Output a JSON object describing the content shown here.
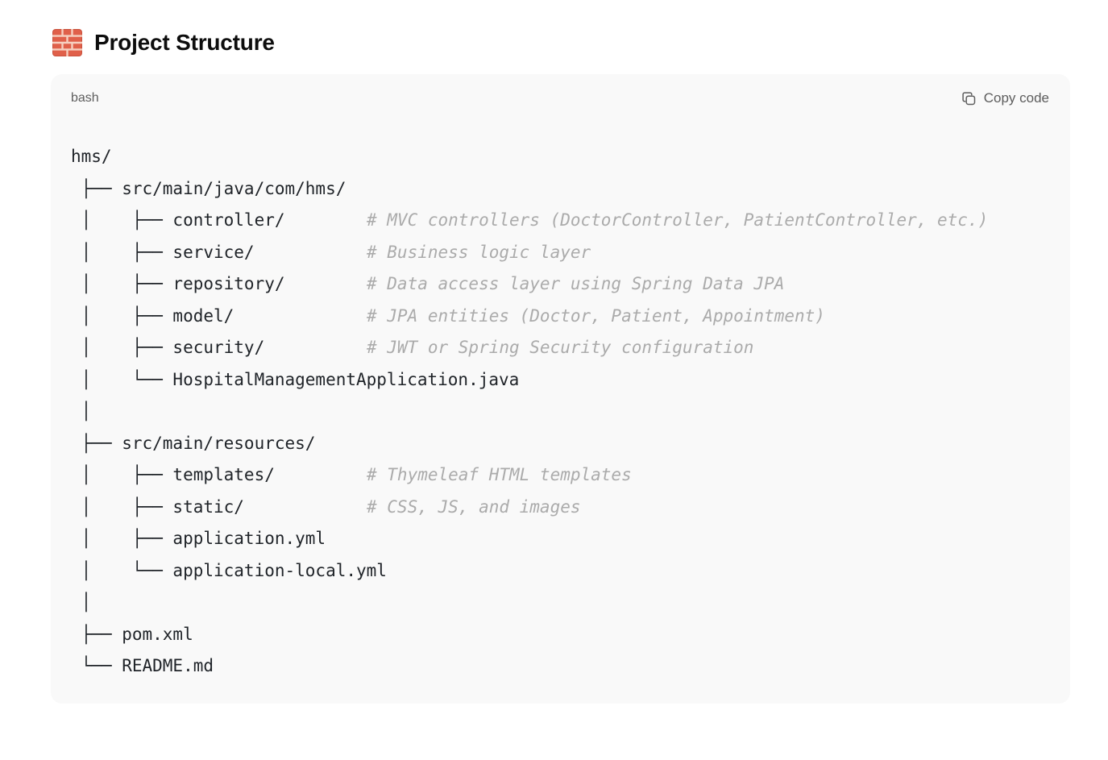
{
  "header": {
    "title": "Project Structure",
    "icon": "brick-wall-emoji"
  },
  "colors": {
    "code_block_bg": "#f9f9f9",
    "code_text": "#1f2328",
    "comment_text": "#ababab",
    "muted_text": "#5d5d5d",
    "brick_orange": "#e0604a"
  },
  "code_block": {
    "language": "bash",
    "copy_label": "Copy code",
    "lines": [
      {
        "code": "hms/",
        "comment": ""
      },
      {
        "code": " ├── src/main/java/com/hms/",
        "comment": ""
      },
      {
        "code": " │    ├── controller/",
        "comment": "# MVC controllers (DoctorController, PatientController, etc.)"
      },
      {
        "code": " │    ├── service/",
        "comment": "# Business logic layer"
      },
      {
        "code": " │    ├── repository/",
        "comment": "# Data access layer using Spring Data JPA"
      },
      {
        "code": " │    ├── model/",
        "comment": "# JPA entities (Doctor, Patient, Appointment)"
      },
      {
        "code": " │    ├── security/",
        "comment": "# JWT or Spring Security configuration"
      },
      {
        "code": " │    └── HospitalManagementApplication.java",
        "comment": ""
      },
      {
        "code": " │",
        "comment": ""
      },
      {
        "code": " ├── src/main/resources/",
        "comment": ""
      },
      {
        "code": " │    ├── templates/",
        "comment": "# Thymeleaf HTML templates"
      },
      {
        "code": " │    ├── static/",
        "comment": "# CSS, JS, and images"
      },
      {
        "code": " │    ├── application.yml",
        "comment": ""
      },
      {
        "code": " │    └── application-local.yml",
        "comment": ""
      },
      {
        "code": " │",
        "comment": ""
      },
      {
        "code": " ├── pom.xml",
        "comment": ""
      },
      {
        "code": " └── README.md",
        "comment": ""
      }
    ]
  }
}
